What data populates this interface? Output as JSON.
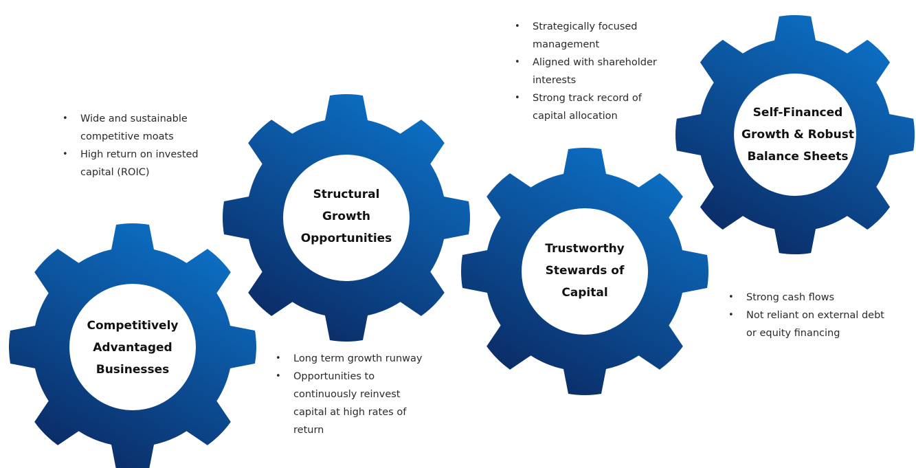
{
  "colors": {
    "gear_top": "#0c6fc4",
    "gear_bottom": "#0b2c66",
    "hub": "#ffffff",
    "text": "#111111",
    "bullet_text": "#2a2a2a"
  },
  "gears": [
    {
      "lines": [
        "Competitively",
        "Advantaged",
        "Businesses"
      ]
    },
    {
      "lines": [
        "Structural",
        "Growth",
        "Opportunities"
      ]
    },
    {
      "lines": [
        "Trustworthy",
        "Stewards of",
        "Capital"
      ]
    },
    {
      "lines": [
        "Self-Financed",
        "Growth & Robust",
        "Balance Sheets"
      ]
    }
  ],
  "bullet_groups": [
    {
      "items": [
        "Wide and sustainable competitive moats",
        "High return on invested capital (ROIC)"
      ]
    },
    {
      "items": [
        "Long term growth runway",
        "Opportunities to continuously reinvest capital at high rates of return"
      ]
    },
    {
      "items": [
        "Strategically focused management",
        "Aligned with shareholder interests",
        "Strong track record of capital allocation"
      ]
    },
    {
      "items": [
        "Strong cash flows",
        "Not reliant on external debt or equity financing"
      ]
    }
  ]
}
